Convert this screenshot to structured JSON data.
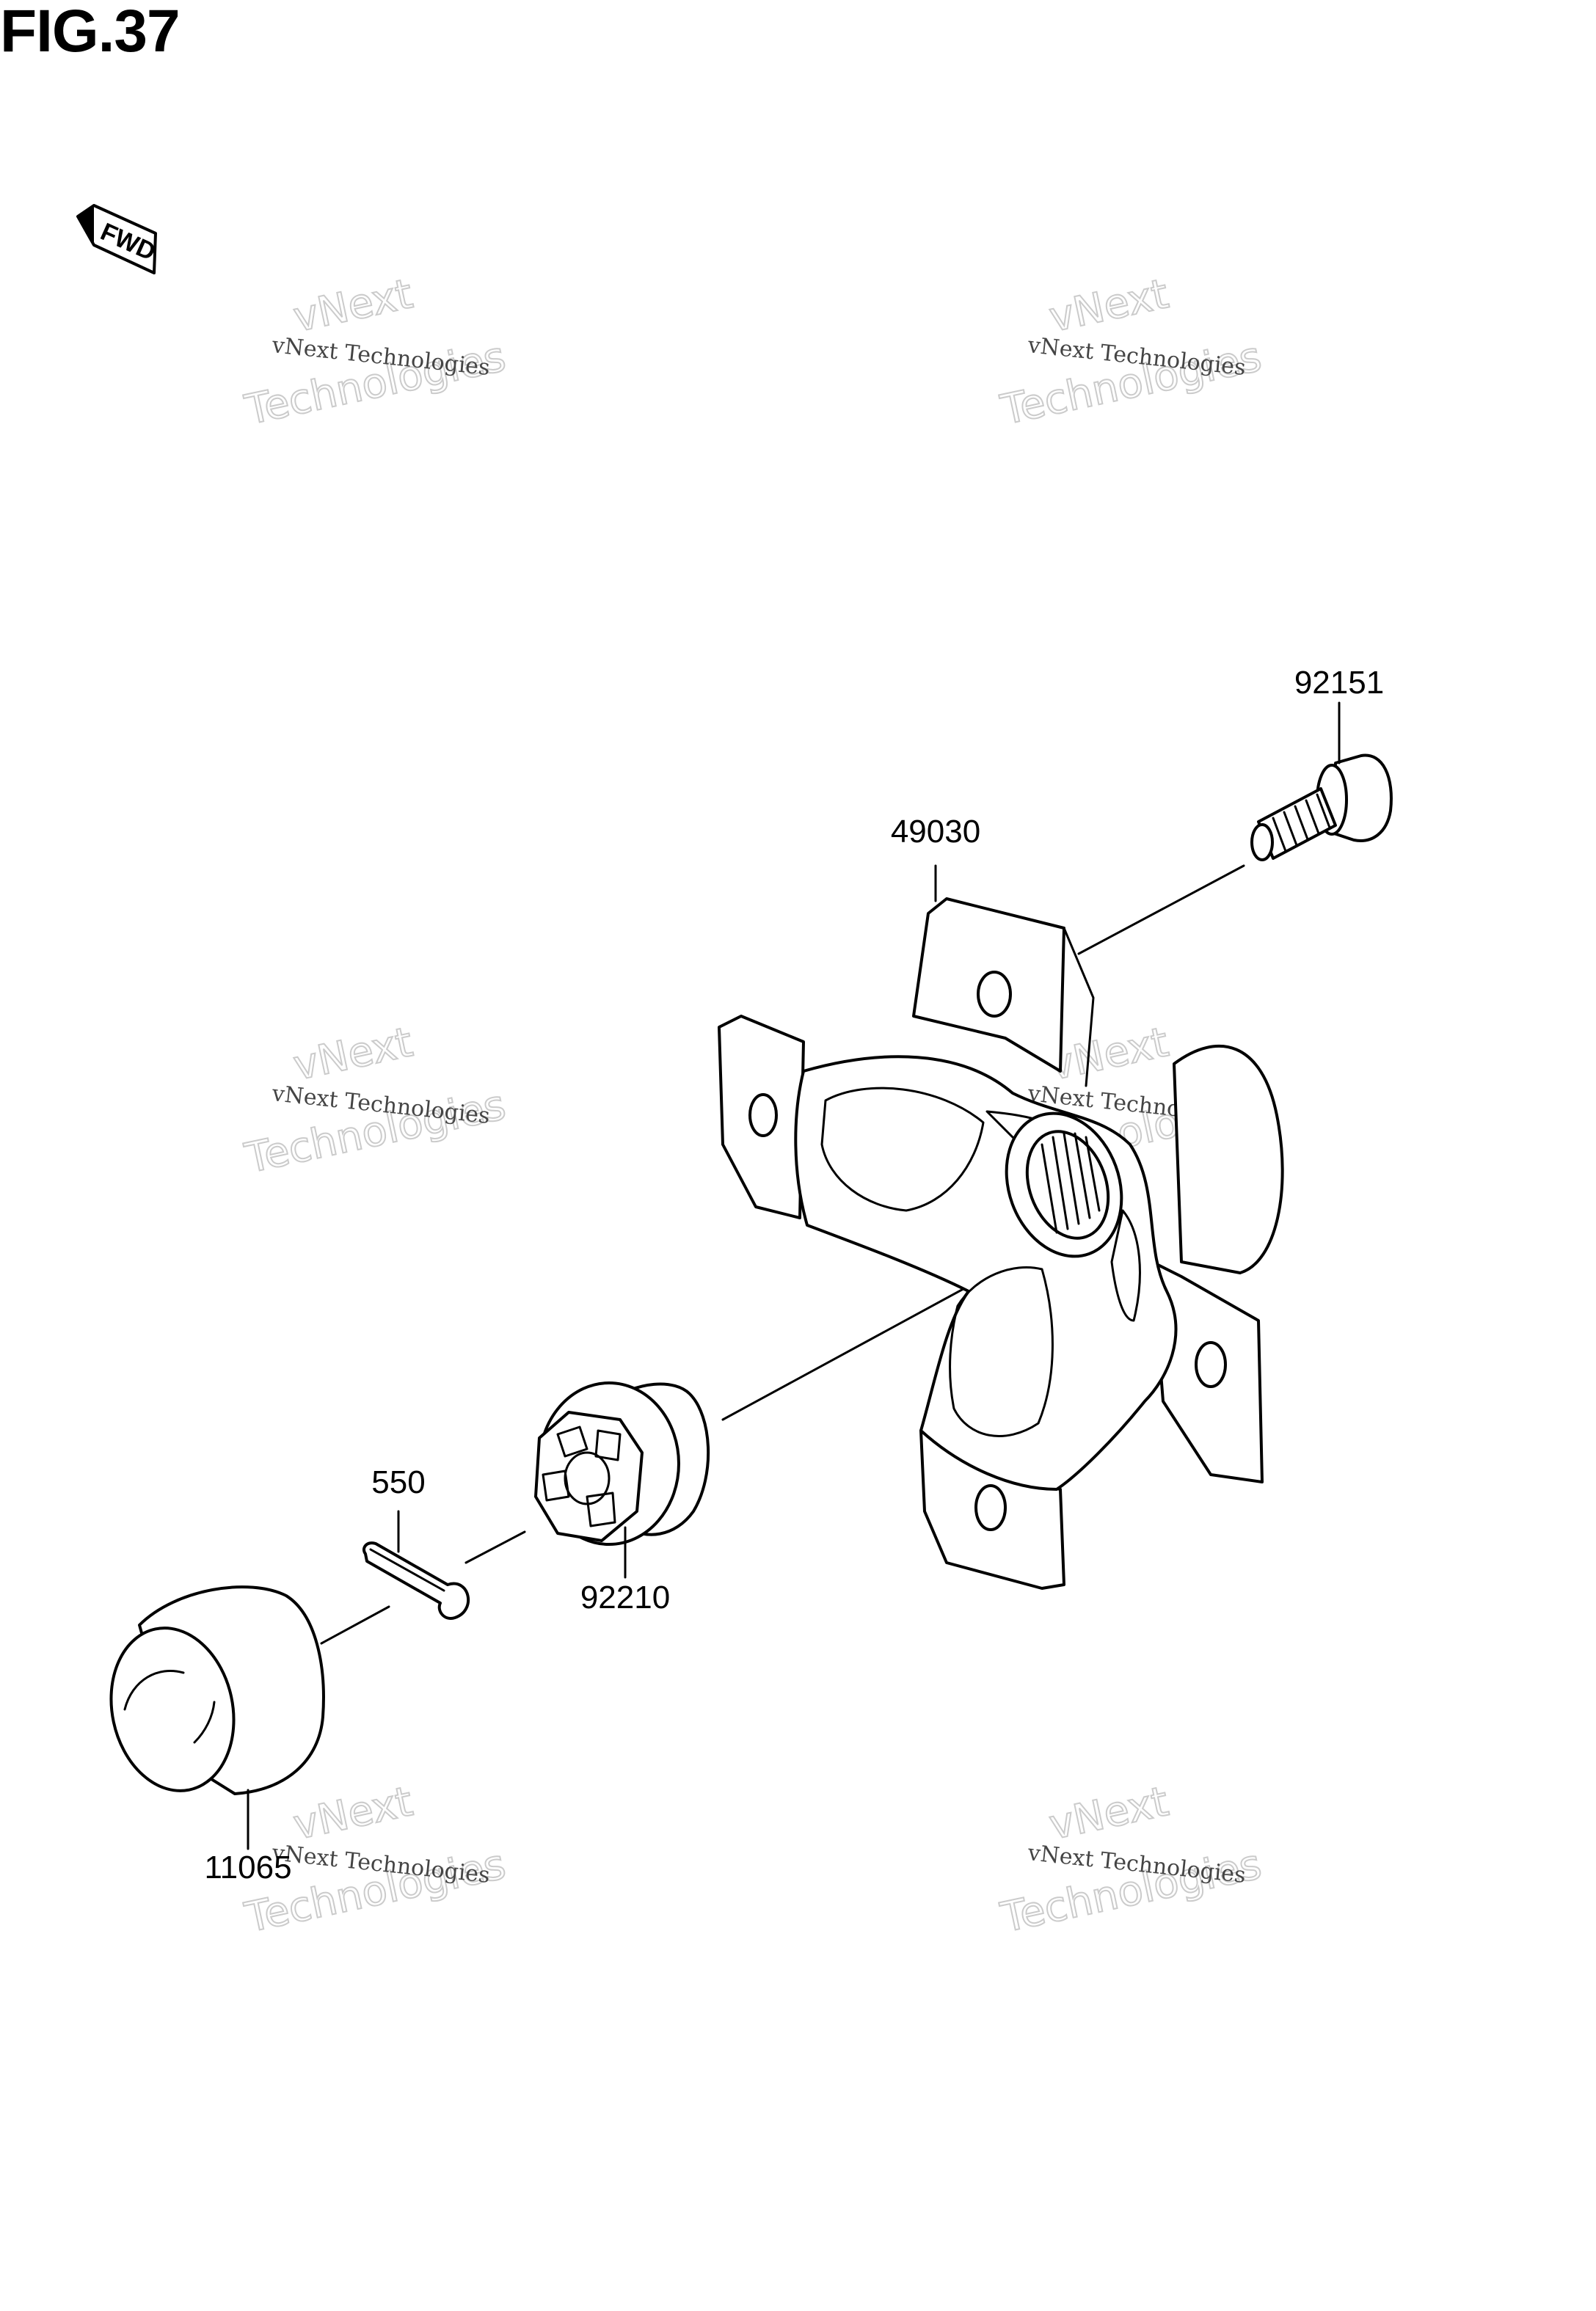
{
  "figure": {
    "title": "FIG.37",
    "fwd_label": "FWD"
  },
  "parts": [
    {
      "number": "92151",
      "name": "stud"
    },
    {
      "number": "49030",
      "name": "hub"
    },
    {
      "number": "550",
      "name": "cotter-pin"
    },
    {
      "number": "92210",
      "name": "castle-nut"
    },
    {
      "number": "11065",
      "name": "cap"
    }
  ],
  "watermark": {
    "line1": "vNext Technologies",
    "line2": "vNext",
    "line3": "Technologies"
  }
}
